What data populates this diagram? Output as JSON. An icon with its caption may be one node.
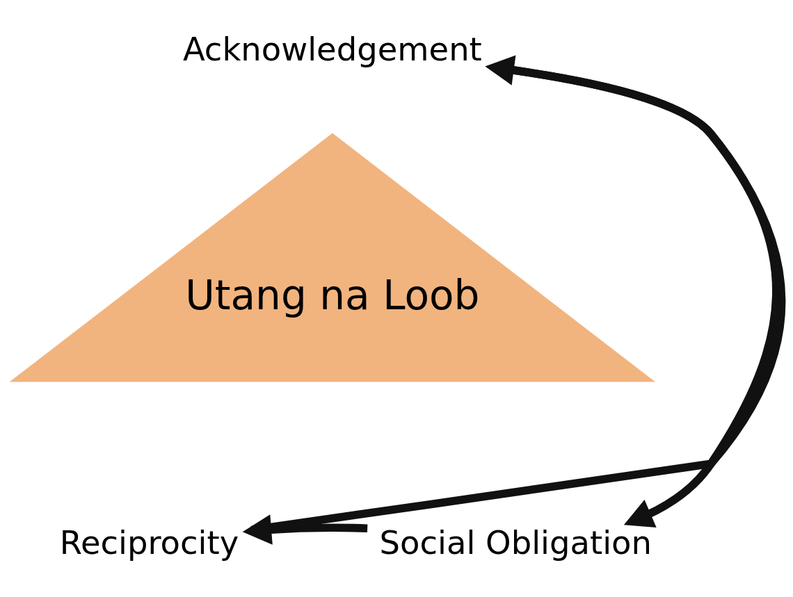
{
  "diagram": {
    "nodes": [
      {
        "text": [
          "Utang na Loob"
        ]
      },
      {
        "text": [
          "Acknowledgement"
        ]
      },
      {
        "text": [
          "Social Obligation"
        ]
      },
      {
        "text": [
          "Reciprocity"
        ]
      }
    ],
    "edges": [
      {
        "from": 1,
        "to": 2,
        "arrow": "to"
      },
      {
        "from": 2,
        "to": 3,
        "arrow": "to"
      },
      {
        "from": 3,
        "to": 1,
        "arrow": "to"
      }
    ]
  }
}
